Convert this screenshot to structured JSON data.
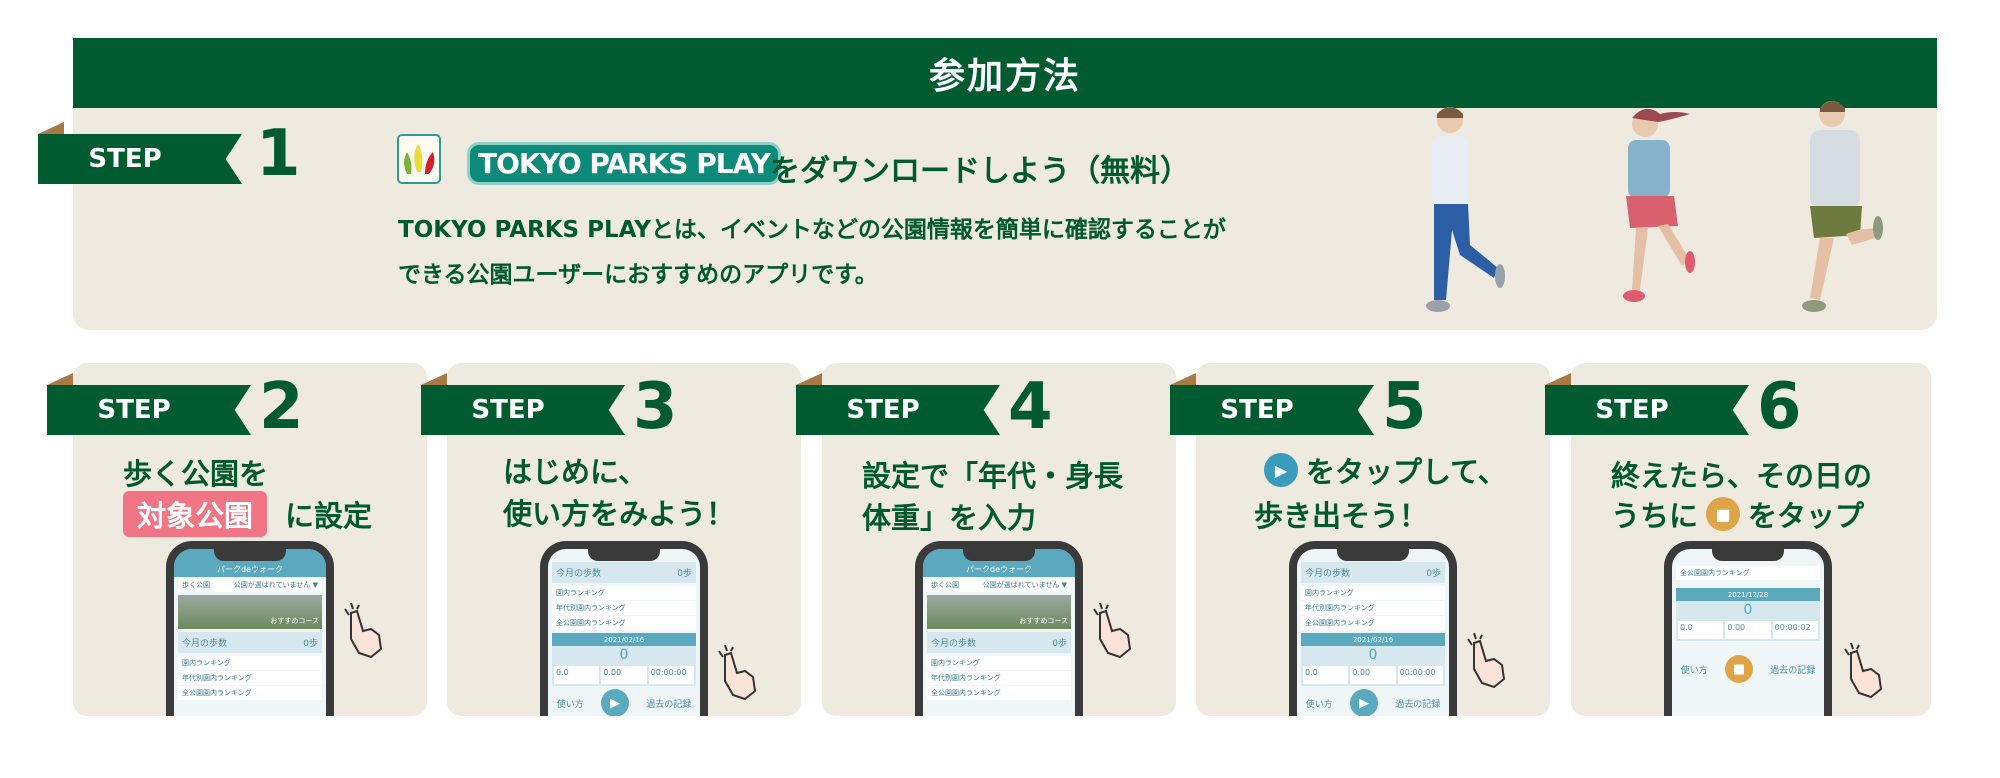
{
  "header": {
    "title": "参加方法"
  },
  "step1": {
    "step_label": "STEP",
    "number": "1",
    "app_name": "TOKYO PARKS PLAY",
    "download_text": "をダウンロードしよう（無料）",
    "description": [
      "TOKYO PARKS PLAYとは、イベントなどの公園情報を簡単に確認することが",
      "できる公園ユーザーにおすすめのアプリです。"
    ]
  },
  "steps": [
    {
      "step_label": "STEP",
      "number": "2",
      "line1": "歩く公園を",
      "badge": "対象公園",
      "line2_suffix": "に設定"
    },
    {
      "step_label": "STEP",
      "number": "3",
      "line1": "はじめに、",
      "line2": "使い方をみよう！"
    },
    {
      "step_label": "STEP",
      "number": "4",
      "line1": "設定で「年代・身長",
      "line2": "体重」を入力"
    },
    {
      "step_label": "STEP",
      "number": "5",
      "line1": "をタップして、",
      "line2": "歩き出そう！"
    },
    {
      "step_label": "STEP",
      "number": "6",
      "line1": "終えたら、その日の",
      "line2_prefix": "うちに",
      "line2_suffix": "をタップ"
    }
  ],
  "phone_home": {
    "title": "パークdeウォーク",
    "park_label": "歩く公園",
    "park_value": "公園が選ばれていません ▼",
    "banner": "おすすめコース",
    "monthly_steps": "今月の歩数",
    "steps_value": "0歩",
    "rankings": [
      "園内ランキング",
      "年代別園内ランキング",
      "全公園園内ランキング"
    ]
  },
  "phone_walk": {
    "monthly_steps": "今月の歩数",
    "steps_value": "0歩",
    "rankings": [
      "園内ランキング",
      "年代別園内ランキング",
      "全公園園内ランキング"
    ],
    "date": "2021/02/16",
    "count": "0",
    "kcal": "0.0",
    "km": "0.00",
    "time": "00:00:00",
    "help": "使い方",
    "history": "過去の記録"
  },
  "phone_stop": {
    "ranking": "全公園園内ランキング",
    "date": "2021/12/28",
    "count": "0",
    "kcal": "0.0",
    "km": "0.00",
    "time": "00:00:02",
    "help": "使い方",
    "history": "過去の記録"
  },
  "colors": {
    "green": "#005c30",
    "beige": "#efeae0",
    "pink": "#f27585",
    "play": "#5aa9bf",
    "stop": "#e0a448"
  }
}
